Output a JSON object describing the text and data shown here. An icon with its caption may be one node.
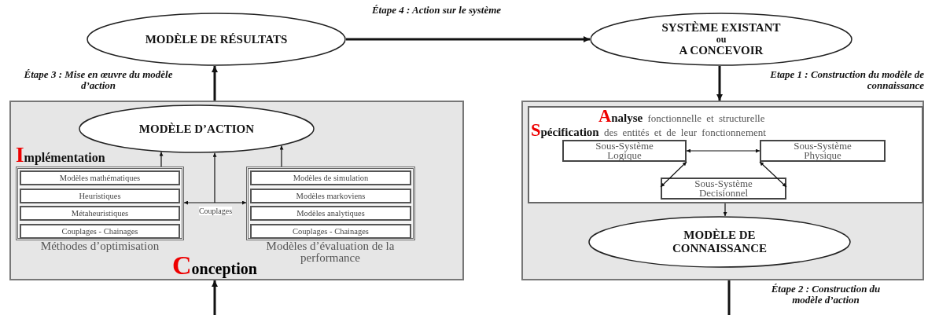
{
  "diagram": {
    "nodes": [
      {
        "text": [
          "MODÈLE DE RÉSULTATS"
        ]
      },
      {
        "text": [
          "SYSTÈME EXISTANT",
          "ou",
          "A CONCEVOIR"
        ]
      },
      {
        "text": [
          "Conception"
        ]
      },
      {
        "text": [
          "MODÈLE D’ACTION"
        ],
        "in": 2
      },
      {
        "text": [],
        "shape": "box",
        "in": 2
      },
      {
        "text": [
          "Modèles mathématiques"
        ],
        "in": 4
      },
      {
        "text": [
          "Heuristiques"
        ],
        "in": 4
      },
      {
        "text": [
          "Métaheuristiques"
        ],
        "in": 4
      },
      {
        "text": [
          "Couplages - Chainages"
        ],
        "in": 4
      },
      {
        "text": [],
        "shape": "box",
        "in": 2
      },
      {
        "text": [
          "Modèles de simulation"
        ],
        "in": 9
      },
      {
        "text": [
          "Modèles markoviens"
        ],
        "in": 9
      },
      {
        "text": [
          "Modèles analytiques"
        ],
        "in": 9
      },
      {
        "text": [
          "Couplages - Chainages"
        ],
        "in": 9
      },
      {
        "text": [],
        "shape": "box"
      },
      {
        "text": [
          "**Analyse** fonctionnelle et structurelle",
          "**Spécification** des entités et de leur fonctionnement"
        ],
        "in": 14
      },
      {
        "text": [
          "Sous-Système Logique"
        ],
        "in": 15
      },
      {
        "text": [
          "Sous-Système Physique"
        ],
        "in": 15
      },
      {
        "text": [
          "Sous-Système Decisionnel"
        ],
        "in": 15
      },
      {
        "text": [
          "MODÈLE DE CONNAISSANCE"
        ],
        "in": 14
      }
    ],
    "edges": [
      {
        "from": 0,
        "to": 1,
        "arrow": "to",
        "label": "Étape 4 : Action sur le système",
        "style": "thick"
      },
      {
        "from": 1,
        "to": 14,
        "arrow": "to",
        "label": "Etape 1 : Construction du modèle de connaissance",
        "style": "thick"
      },
      {
        "from": 14,
        "to": null,
        "arrow": "none",
        "label": "Étape 2 : Construction du modèle d’action",
        "style": "thick"
      },
      {
        "from": null,
        "to": 2,
        "arrow": "to",
        "style": "thick"
      },
      {
        "from": 2,
        "to": 0,
        "arrow": "to",
        "label": "Étape 3 : Mise en œuvre du modèle d’action",
        "style": "thick"
      },
      {
        "from": 4,
        "to": 3,
        "arrow": "to"
      },
      {
        "from": 9,
        "to": 3,
        "arrow": "to"
      },
      {
        "from": 4,
        "to": 9,
        "arrow": "both",
        "label": "Couplages"
      },
      {
        "from": null,
        "to": 3,
        "arrow": "to"
      },
      {
        "from": 16,
        "to": 17,
        "arrow": "both"
      },
      {
        "from": 16,
        "to": 18,
        "arrow": "both"
      },
      {
        "from": 17,
        "to": 18,
        "arrow": "both"
      },
      {
        "from": 15,
        "to": 19,
        "arrow": "to"
      }
    ],
    "labels": [
      "Implémentation",
      "Méthodes d’optimisation",
      "Modèles d’évaluation de la performance"
    ]
  }
}
